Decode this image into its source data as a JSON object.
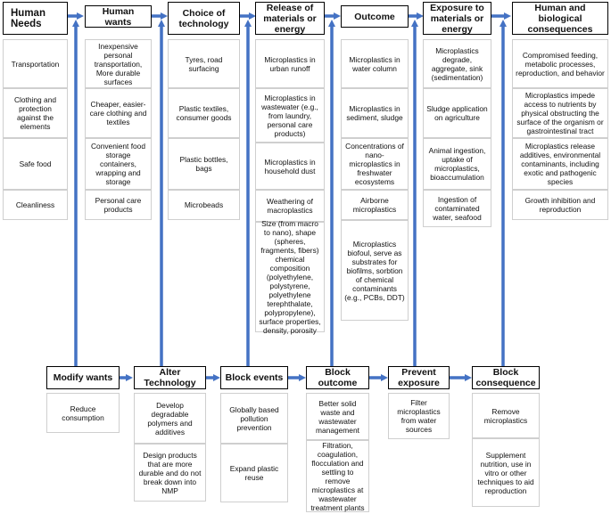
{
  "columns": [
    {
      "header": "Human Needs",
      "cells": [
        "Transportation",
        "Clothing and protection against the elements",
        "Safe food",
        "Cleanliness"
      ]
    },
    {
      "header": "Human wants",
      "cells": [
        "Inexpensive personal transportation, More durable surfaces",
        "Cheaper, easier-care clothing and textiles",
        "Convenient food storage containers, wrapping and storage",
        "Personal care products"
      ]
    },
    {
      "header": "Choice of technology",
      "cells": [
        "Tyres, road surfacing",
        "Plastic textiles, consumer goods",
        "Plastic bottles, bags",
        "Microbeads"
      ]
    },
    {
      "header": "Release of materials or energy",
      "cells": [
        "Microplastics in urban runoff",
        "Microplastics in wastewater (e.g., from laundry, personal care products)",
        "Microplastics in household dust",
        "Weathering of macroplastics",
        "Size (from macro to nano), shape (spheres, fragments, fibers) chemical composition (polyethylene, polystyrene, polyethylene terephthalate, polypropylene), surface properties, density, porosity"
      ]
    },
    {
      "header": "Outcome",
      "cells": [
        "Microplastics in water column",
        "Microplastics in sediment, sludge",
        "Concentrations of nano-microplastics in freshwater ecosystems",
        "Airborne microplastics",
        "Microplastics biofoul, serve as substrates for biofilms, sorbtion of chemical contaminants (e.g., PCBs, DDT)"
      ]
    },
    {
      "header": "Exposure to materials or energy",
      "cells": [
        "Microplastics degrade, aggregate, sink (sedimentation)",
        "Sludge application on agriculture",
        "Animal ingestion, uptake of microplastics, bioaccumulation",
        "Ingestion of contaminated water, seafood"
      ]
    },
    {
      "header": "Human and biological consequences",
      "cells": [
        "Compromised feeding, metabolic processes, reproduction, and behavior",
        "Microplastics impede access to nutrients by physical obstructing the surface of the organism or gastrointestinal tract",
        "Microplastics release additives, environmental contaminants, including exotic and pathogenic species",
        "Growth inhibition and reproduction"
      ]
    }
  ],
  "interventions": [
    {
      "header": "Modify wants",
      "cells": [
        "Reduce consumption"
      ]
    },
    {
      "header": "Alter Technology",
      "cells": [
        "Develop degradable polymers and additives",
        "Design products that are more durable and do not break down into NMP"
      ]
    },
    {
      "header": "Block events",
      "cells": [
        "Globally based pollution prevention",
        "Expand plastic reuse"
      ]
    },
    {
      "header": "Block outcome",
      "cells": [
        "Better solid waste and wastewater management",
        "Filtration, coagulation, flocculation and settling to remove microplastics at wastewater treatment plants"
      ]
    },
    {
      "header": "Prevent exposure",
      "cells": [
        "Filter microplastics from water sources"
      ]
    },
    {
      "header": "Block consequence",
      "cells": [
        "Remove microplastics",
        "Supplement nutrition, use in vitro or other techniques to aid reproduction"
      ]
    }
  ],
  "colors": {
    "arrow": "#4472c4",
    "header_border": "#000000",
    "cell_border": "#cfcfcf"
  }
}
